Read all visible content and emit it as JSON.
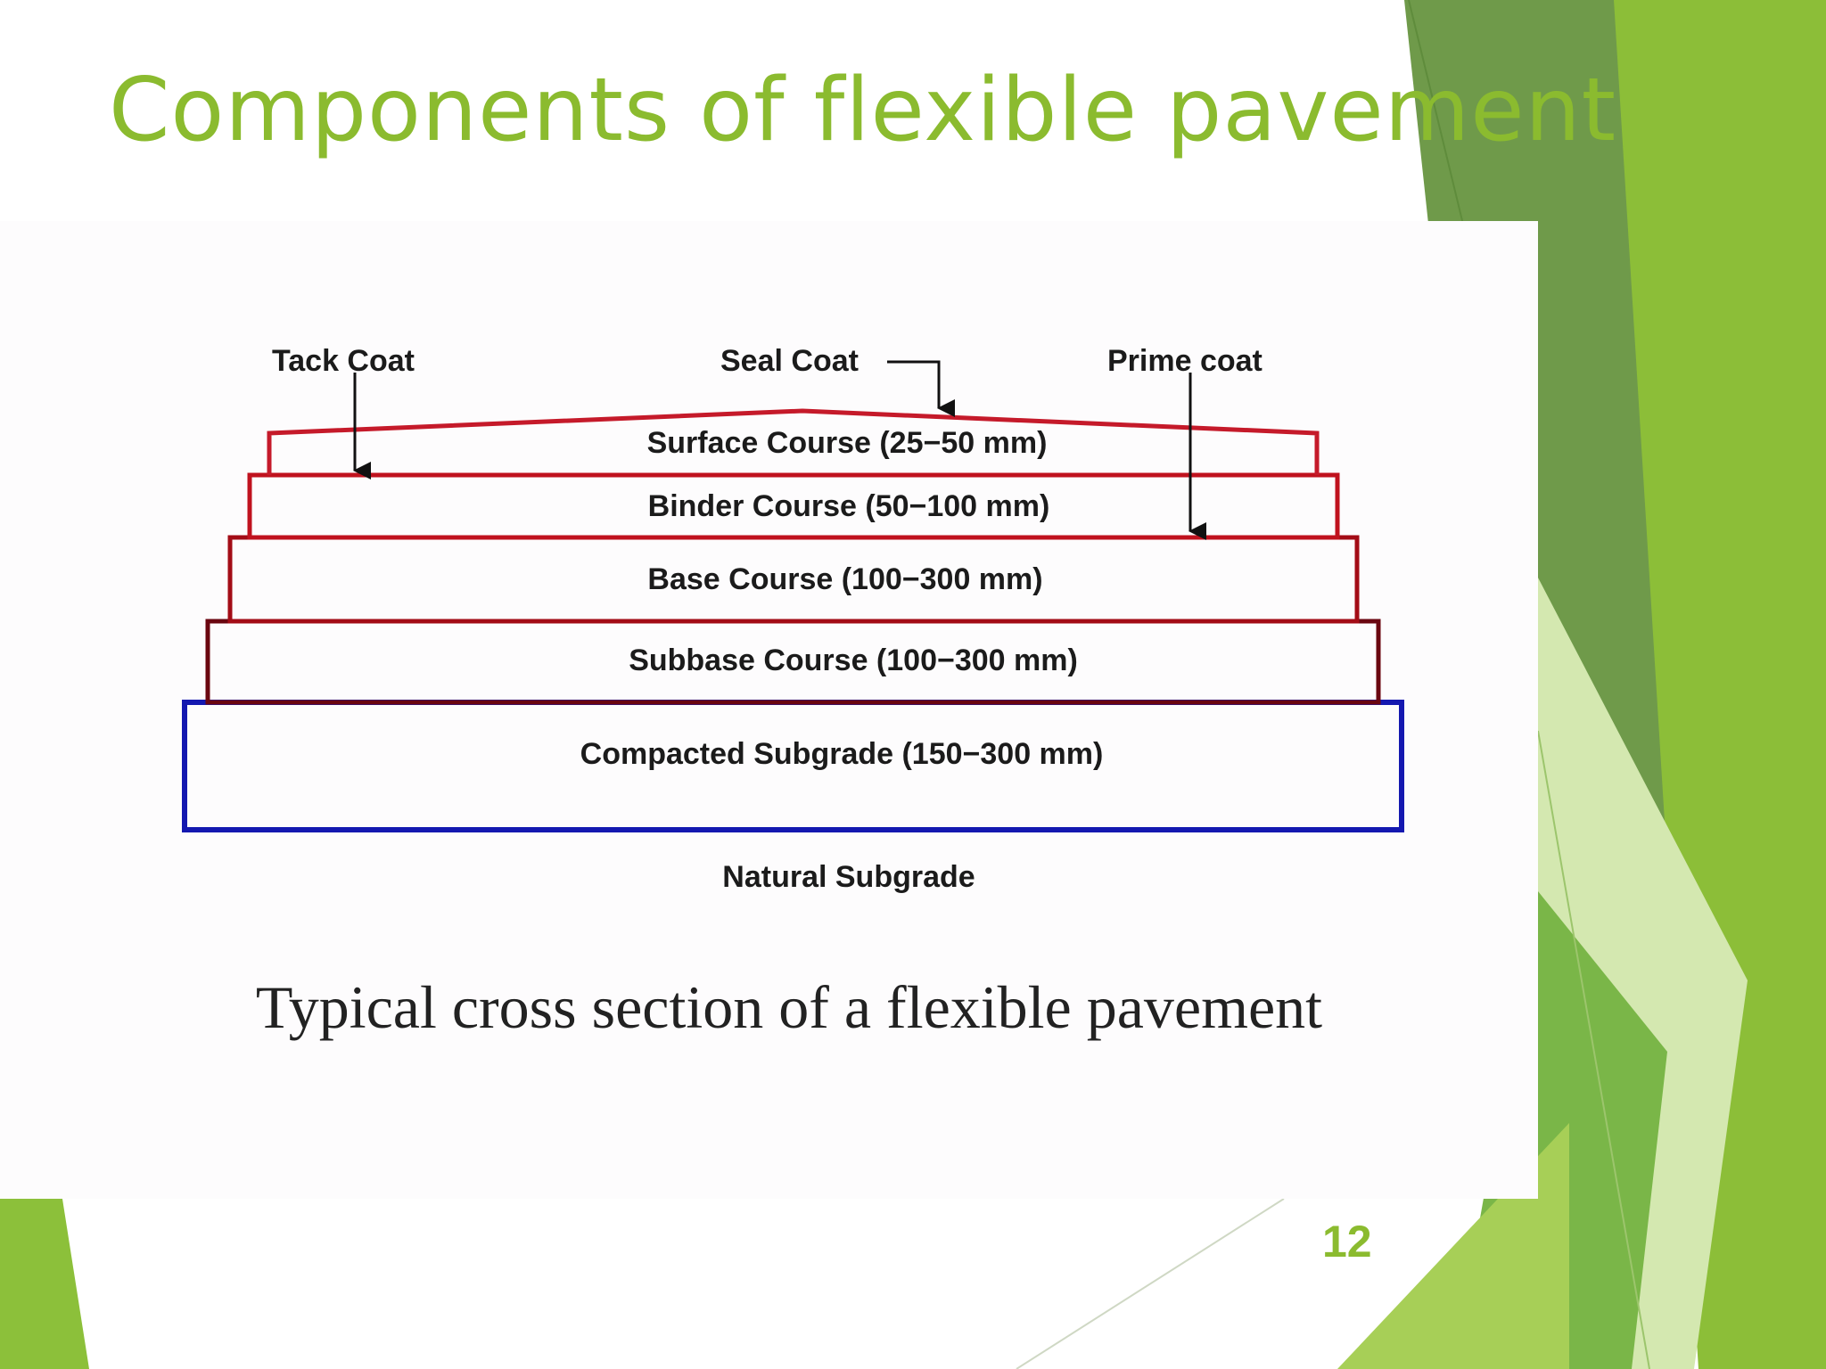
{
  "slide": {
    "title": "Components of flexible pavement",
    "page_number": "12",
    "colors": {
      "accent": "#8bbb2f",
      "green_dark": "#6f9a4a",
      "green_mid": "#7ab648",
      "green_light": "#a7cf57",
      "green_pale": "#d4e8b0"
    }
  },
  "diagram": {
    "callouts": {
      "tack_coat": "Tack Coat",
      "seal_coat": "Seal Coat",
      "prime_coat": "Prime coat"
    },
    "layers": [
      {
        "label": "Surface Course (25−50 mm)",
        "color": "#c51a2a"
      },
      {
        "label": "Binder Course (50−100 mm)",
        "color": "#c0121e"
      },
      {
        "label": "Base Course (100−300 mm)",
        "color": "#a30c16"
      },
      {
        "label": "Subbase Course (100−300 mm)",
        "color": "#6a0610"
      },
      {
        "label": "Compacted Subgrade (150−300 mm)",
        "color": "#1418b0"
      }
    ],
    "natural_subgrade": "Natural Subgrade",
    "caption": "Typical cross section of a flexible pavement"
  }
}
